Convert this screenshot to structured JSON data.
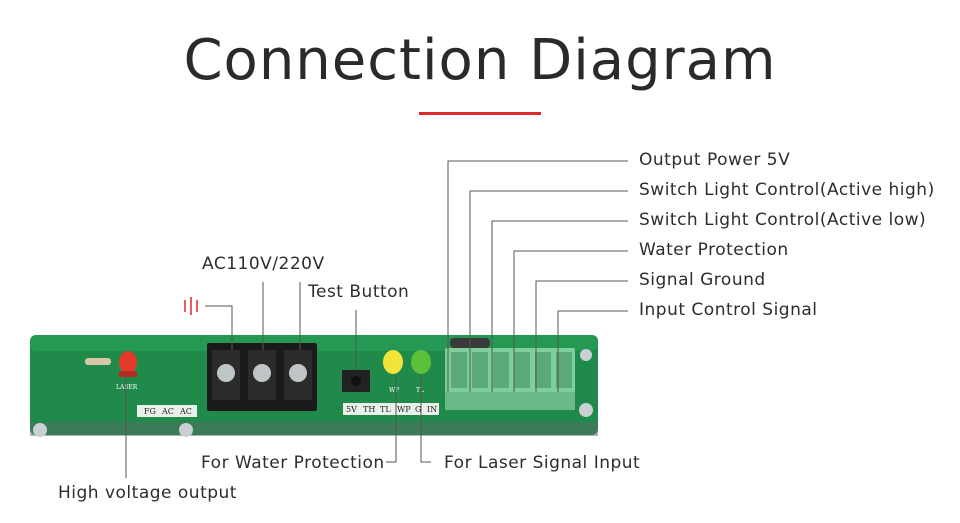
{
  "title": "Connection Diagram",
  "colors": {
    "accent": "#e0282a",
    "board": "#1f8a4a",
    "terminal": "#7fcf9c"
  },
  "labels": {
    "right": [
      "Output Power 5V",
      "Switch Light Control(Active high)",
      "Switch Light Control(Active low)",
      "Water Protection",
      "Signal Ground",
      "Input Control Signal"
    ],
    "ac": "AC110V/220V",
    "test": "Test Button",
    "water": "For Water Protection",
    "laser_input": "For Laser Signal Input",
    "hv": "High voltage output"
  },
  "board": {
    "bottom_labels": [
      "FG",
      "AC",
      "AC",
      "5V",
      "TH",
      "TL",
      "WP",
      "G",
      "IN"
    ],
    "led_labels": [
      "LASER",
      "WP",
      "TL"
    ]
  }
}
